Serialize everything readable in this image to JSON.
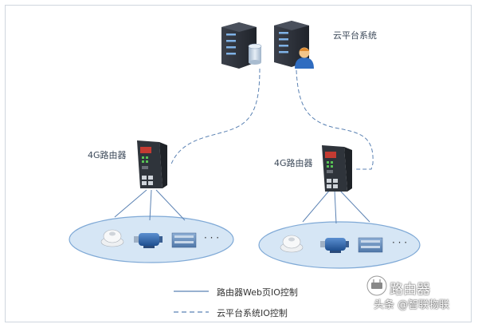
{
  "labels": {
    "cloud_platform": "云平台系统",
    "router_left": "4G路由器",
    "router_right": "4G路由器",
    "ellipsis_left": "· · ·",
    "ellipsis_right": "· · ·"
  },
  "legend": {
    "solid_label": "路由器Web页IO控制",
    "dashed_label": "云平台系统IO控制"
  },
  "watermark": {
    "brand": "路由器",
    "credit": "头条 @智联物联"
  },
  "colors": {
    "line": "#5b82b3",
    "ellipse_fill": "#d6e6f5",
    "ellipse_stroke": "#7fa9d6",
    "server_dark": "#2b2f38",
    "router_dark": "#3a3f46"
  }
}
